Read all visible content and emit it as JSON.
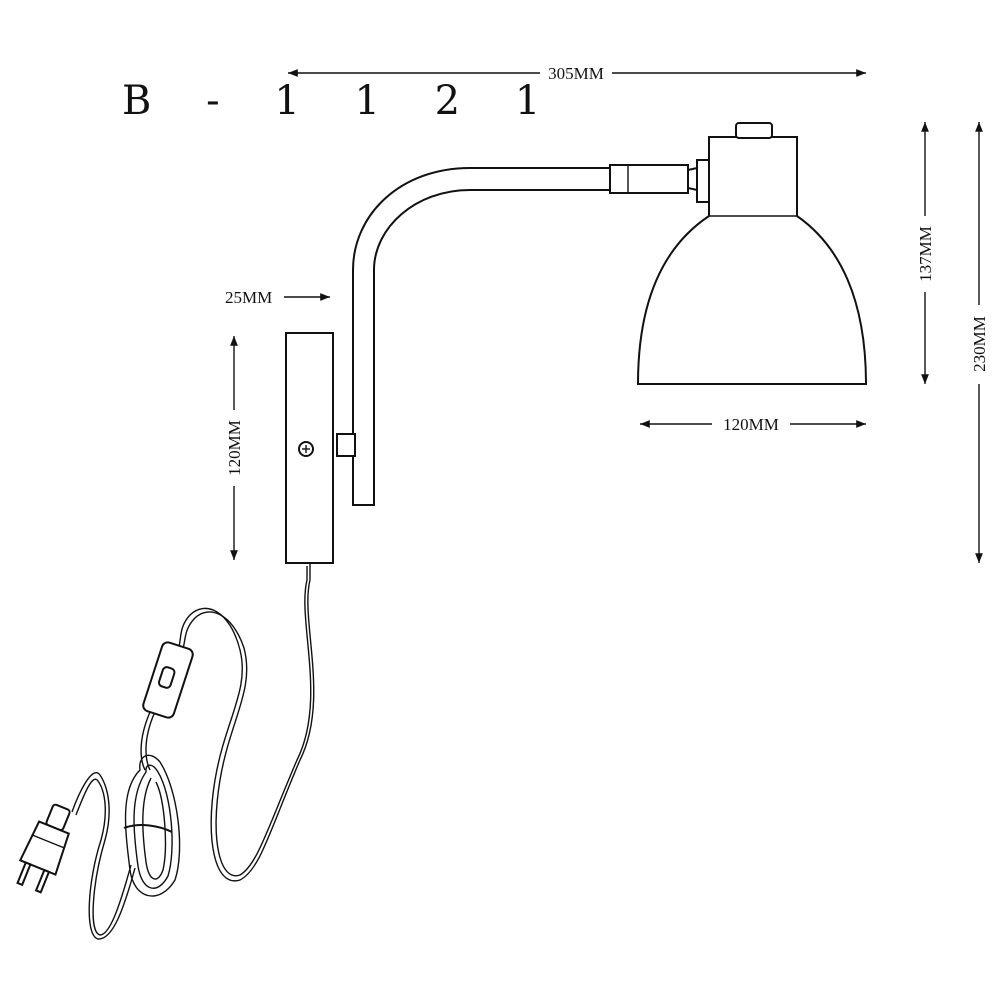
{
  "model_number": "B - 1 1 2 1",
  "dimensions": {
    "overall_width": "305MM",
    "backplate_depth": "25MM",
    "backplate_height": "120MM",
    "shade_height": "137MM",
    "overall_height": "230MM",
    "shade_diameter": "120MM"
  }
}
